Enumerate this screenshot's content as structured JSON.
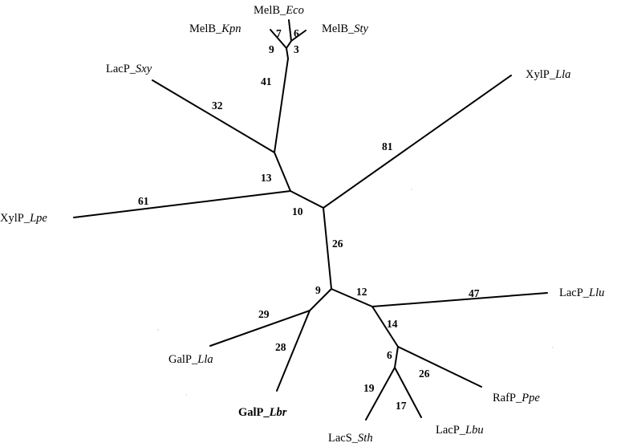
{
  "taxa": {
    "melb_kpn": {
      "prefix": "MelB_",
      "species": "Kpn"
    },
    "melb_eco": {
      "prefix": "MelB_",
      "species": "Eco"
    },
    "melb_sty": {
      "prefix": "MelB_",
      "species": "Sty"
    },
    "lacp_sxy": {
      "prefix": "LacP_",
      "species": "Sxy"
    },
    "xylp_lla": {
      "prefix": "XylP_",
      "species": "Lla"
    },
    "xylp_lpe": {
      "prefix": "XylP_",
      "species": "Lpe"
    },
    "lacp_llu": {
      "prefix": "LacP_",
      "species": "Llu"
    },
    "galp_lla": {
      "prefix": "GalP_",
      "species": "Lla"
    },
    "galp_lbr": {
      "prefix": "GalP_",
      "species": "Lbr"
    },
    "rafp_ppe": {
      "prefix": "RafP_",
      "species": "Ppe"
    },
    "lacp_lbu": {
      "prefix": "LacP_",
      "species": "Lbu"
    },
    "lacs_sth": {
      "prefix": "LacS_",
      "species": "Sth"
    }
  },
  "branch_lengths": {
    "kpn": "9",
    "eco": "7",
    "sty": "6",
    "melb_stem": "3",
    "melb_clade": "41",
    "lacp_sxy": "32",
    "upper_inner": "13",
    "xylp_lla": "81",
    "xylp_lpe": "61",
    "upper_stem": "10",
    "central": "26",
    "galp_clade": "9",
    "lower_right": "12",
    "lacp_llu": "47",
    "galp_lla": "29",
    "galp_lbr": "28",
    "lower_inner": "14",
    "lacs_lacp_clade": "6",
    "rafp_ppe": "26",
    "lacs_sth": "19",
    "lacp_lbu": "17"
  }
}
